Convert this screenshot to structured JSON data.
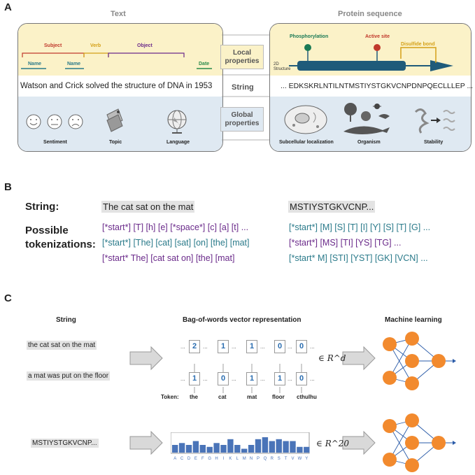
{
  "panelA": {
    "letter": "A",
    "text_title": "Text",
    "protein_title": "Protein sequence",
    "local_label": "Local properties",
    "global_label": "Global properties",
    "string_label": "String",
    "subject": "Subject",
    "verb": "Verb",
    "object": "Object",
    "name1": "Name",
    "name2": "Name",
    "date": "Date",
    "sentence": "Watson and Crick solved the structure of DNA in 1953",
    "sentiment": "Sentiment",
    "topic": "Topic",
    "language": "Language",
    "phosphorylation": "Phosphorylation",
    "active_site": "Active site",
    "disulfide": "Disulfide bond",
    "structure2d": "2D Structure",
    "sequence": "... EDKSKRLNTILNTMSTIYSTGKVCNPDNPQECLLLEP ...",
    "subcellular": "Subcellular localization",
    "organism": "Organism",
    "stability": "Stability"
  },
  "panelB": {
    "letter": "B",
    "string_label": "String:",
    "possible_label": "Possible tokenizations:",
    "text_string": "The cat sat on the mat",
    "protein_string": "MSTIYSTGKVCNP...",
    "text_rows": [
      "[*start*] [T] [h] [e] [*space*] [c] [a] [t] ...",
      "[*start*] [The] [cat] [sat] [on] [the] [mat]",
      "[*start* The] [cat sat on] [the] [mat]"
    ],
    "protein_rows": [
      "[*start*] [M] [S] [T] [I] [Y] [S] [T] [G] ...",
      "[*start*] [MS] [TI] [YS] [TG] ...",
      "[*start* M] [STI] [YST] [GK] [VCN] ..."
    ]
  },
  "panelC": {
    "letter": "C",
    "string_title": "String",
    "bow_title": "Bag-of-words vector representation",
    "ml_title": "Machine learning",
    "s1": "the cat sat on the mat",
    "s2": "a mat was put on the floor",
    "protein": "MSTIYSTGKVCNP...",
    "row1_values": [
      "2",
      "1",
      "1",
      "0",
      "0"
    ],
    "row2_values": [
      "1",
      "0",
      "1",
      "1",
      "0"
    ],
    "token_label": "Token:",
    "tokens": [
      "the",
      "cat",
      "mat",
      "floor",
      "cthulhu"
    ],
    "rd_label": "∈ R^d",
    "r20_label": "∈ R^20",
    "amino_letters": [
      "A",
      "C",
      "D",
      "E",
      "F",
      "G",
      "H",
      "I",
      "K",
      "L",
      "M",
      "N",
      "P",
      "Q",
      "R",
      "S",
      "T",
      "V",
      "W",
      "Y"
    ],
    "amino_counts": [
      4,
      5,
      4,
      6,
      4,
      3,
      5,
      4,
      7,
      4,
      2,
      4,
      7,
      8,
      6,
      7,
      6,
      6,
      3,
      3
    ]
  },
  "colors": {
    "local_bg": "#fbf2c8",
    "global_bg": "#dfe9f2",
    "helix": "#1f5b7a",
    "node": "#f28a2e",
    "bar": "#4a74b8",
    "arrow": "#d9d9d9"
  }
}
